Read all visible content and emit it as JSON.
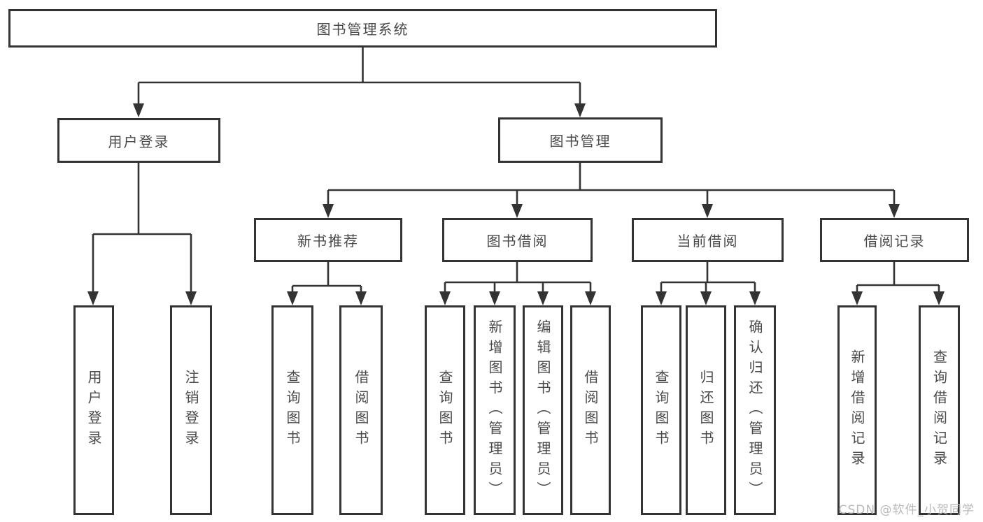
{
  "title": "图书管理系统",
  "tree": {
    "label": "图书管理系统",
    "children": [
      {
        "label": "用户登录",
        "children": [
          {
            "label": "用户登录"
          },
          {
            "label": "注销登录"
          }
        ]
      },
      {
        "label": "图书管理",
        "children": [
          {
            "label": "新书推荐",
            "children": [
              {
                "label": "查询图书"
              },
              {
                "label": "借阅图书"
              }
            ]
          },
          {
            "label": "图书借阅",
            "children": [
              {
                "label": "查询图书"
              },
              {
                "label": "新增图书（管理员）"
              },
              {
                "label": "编辑图书（管理员）"
              },
              {
                "label": "借阅图书"
              }
            ]
          },
          {
            "label": "当前借阅",
            "children": [
              {
                "label": "查询图书"
              },
              {
                "label": "归还图书"
              },
              {
                "label": "确认归还（管理员）"
              }
            ]
          },
          {
            "label": "借阅记录",
            "children": [
              {
                "label": "新增借阅记录"
              },
              {
                "label": "查询借阅记录"
              }
            ]
          }
        ]
      }
    ]
  },
  "watermark": "CSDN @软件_小贺同学",
  "colors": {
    "line": "#333333",
    "text": "#4a4a4a",
    "box_background": "#ffffff",
    "watermark": "#b9b9b9"
  }
}
